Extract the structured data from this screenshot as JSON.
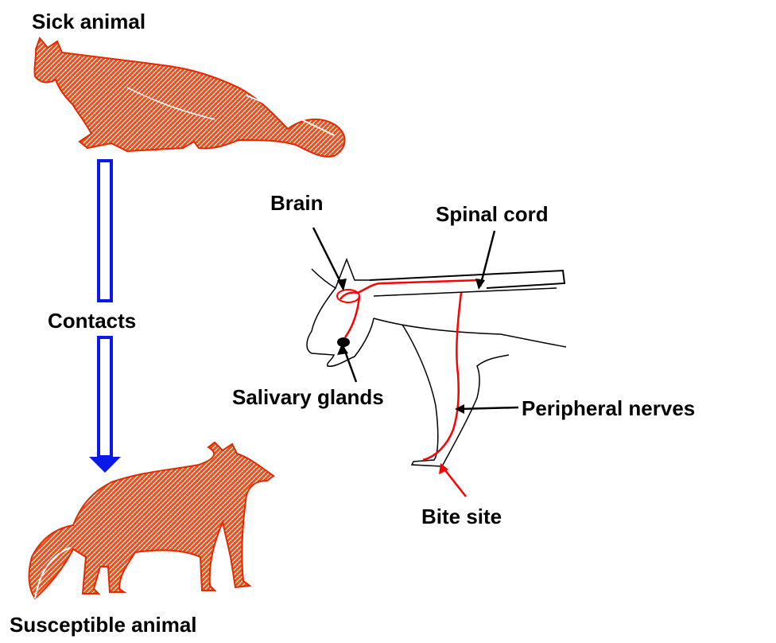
{
  "labels": {
    "sick_animal": "Sick animal",
    "contacts": "Contacts",
    "susceptible_animal": "Susceptible animal",
    "brain": "Brain",
    "spinal_cord": "Spinal cord",
    "salivary_glands": "Salivary glands",
    "peripheral_nerves": "Peripheral nerves",
    "bite_site": "Bite site"
  },
  "colors": {
    "fox_fill": "#ff3b0a",
    "arrow_blue": "#0b19e8",
    "nerve_red": "#ff0000",
    "outline": "#000000"
  },
  "icons": {
    "sick_fox": "fox-lying-icon",
    "susceptible_fox": "fox-standing-icon",
    "dog_anatomy": "dog-outline-icon"
  }
}
